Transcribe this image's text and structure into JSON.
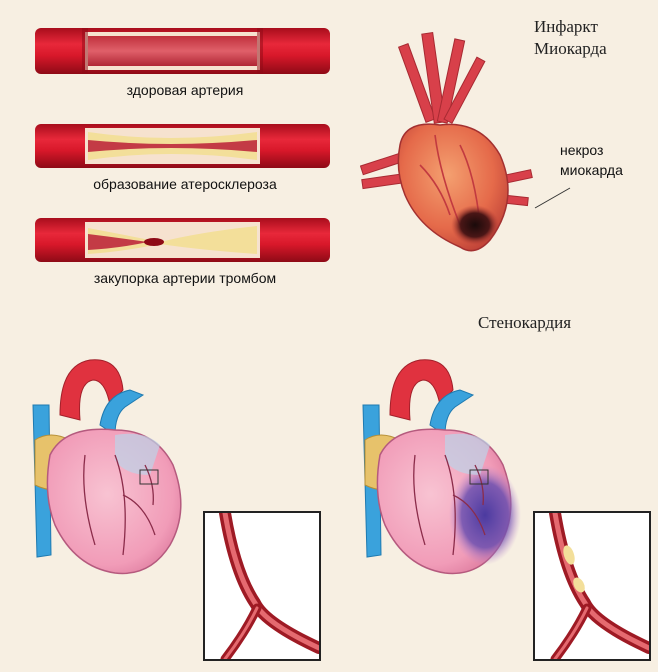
{
  "arteries": [
    {
      "caption": "здоровая артерия"
    },
    {
      "caption": "образование атеросклероза"
    },
    {
      "caption": "закупорка артерии тромбом"
    }
  ],
  "infarction": {
    "title_line1": "Инфаркт",
    "title_line2": "Миокарда",
    "necrosis_line1": "некроз",
    "necrosis_line2": "миокарда"
  },
  "angina": {
    "title": "Стенокардия"
  },
  "colors": {
    "artery_red": "#d8182a",
    "plaque_yellow": "#f3df9a",
    "heart_pink": "#f2a3bd",
    "aorta_red": "#e0323f",
    "vein_blue": "#3aa2dc",
    "ischemia_purple": "#6b4fb0",
    "background": "#f7efe2"
  }
}
